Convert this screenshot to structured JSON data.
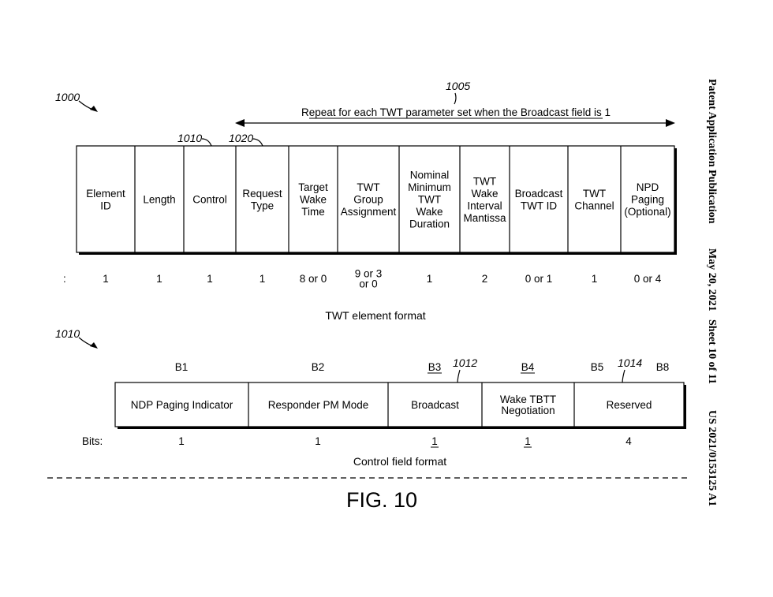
{
  "header": {
    "publication": "Patent Application Publication",
    "date": "May 20, 2021",
    "sheet": "Sheet 10 of 11",
    "number": "US 2021/0153125 A1"
  },
  "refs": {
    "fig_ref": "1000",
    "repeat_ref": "1005",
    "control_ref": "1010",
    "request_ref": "1020",
    "control_fig_ref": "1010",
    "broadcast_ref": "1012",
    "reserved_ref": "1014"
  },
  "twt_element": {
    "repeat_text": "Repeat for each TWT parameter set when the Broadcast field is 1",
    "fields": [
      {
        "lines": [
          "Element",
          "ID"
        ],
        "size": [
          "1"
        ]
      },
      {
        "lines": [
          "Length"
        ],
        "size": [
          "1"
        ]
      },
      {
        "lines": [
          "Control"
        ],
        "size": [
          "1"
        ]
      },
      {
        "lines": [
          "Request",
          "Type"
        ],
        "size": [
          "1"
        ]
      },
      {
        "lines": [
          "Target",
          "Wake",
          "Time"
        ],
        "size": [
          "8 or 0"
        ]
      },
      {
        "lines": [
          "TWT",
          "Group",
          "Assignment"
        ],
        "size": [
          "9 or 3",
          "or 0"
        ]
      },
      {
        "lines": [
          "Nominal",
          "Minimum",
          "TWT",
          "Wake",
          "Duration"
        ],
        "size": [
          "1"
        ]
      },
      {
        "lines": [
          "TWT",
          "Wake",
          "Interval",
          "Mantissa"
        ],
        "size": [
          "2"
        ]
      },
      {
        "lines": [
          "Broadcast",
          "TWT ID"
        ],
        "size": [
          "0 or 1"
        ]
      },
      {
        "lines": [
          "TWT",
          "Channel"
        ],
        "size": [
          "1"
        ]
      },
      {
        "lines": [
          "NPD",
          "Paging",
          "(Optional)"
        ],
        "size": [
          "0 or 4"
        ]
      }
    ],
    "size_prefix": ":",
    "caption": "TWT element format"
  },
  "control_field": {
    "bit_positions": [
      "B1",
      "B2",
      "B3",
      "B4",
      "B5",
      "B8"
    ],
    "fields": [
      {
        "lines": [
          "NDP Paging Indicator"
        ],
        "bits": "1"
      },
      {
        "lines": [
          "Responder PM Mode"
        ],
        "bits": "1"
      },
      {
        "lines": [
          "Broadcast"
        ],
        "bits": "1"
      },
      {
        "lines": [
          "Wake TBTT",
          "Negotiation"
        ],
        "bits": "1"
      },
      {
        "lines": [
          "Reserved"
        ],
        "bits": "4"
      }
    ],
    "bits_label": "Bits:",
    "caption": "Control field format"
  },
  "figure_label": "FIG. 10"
}
